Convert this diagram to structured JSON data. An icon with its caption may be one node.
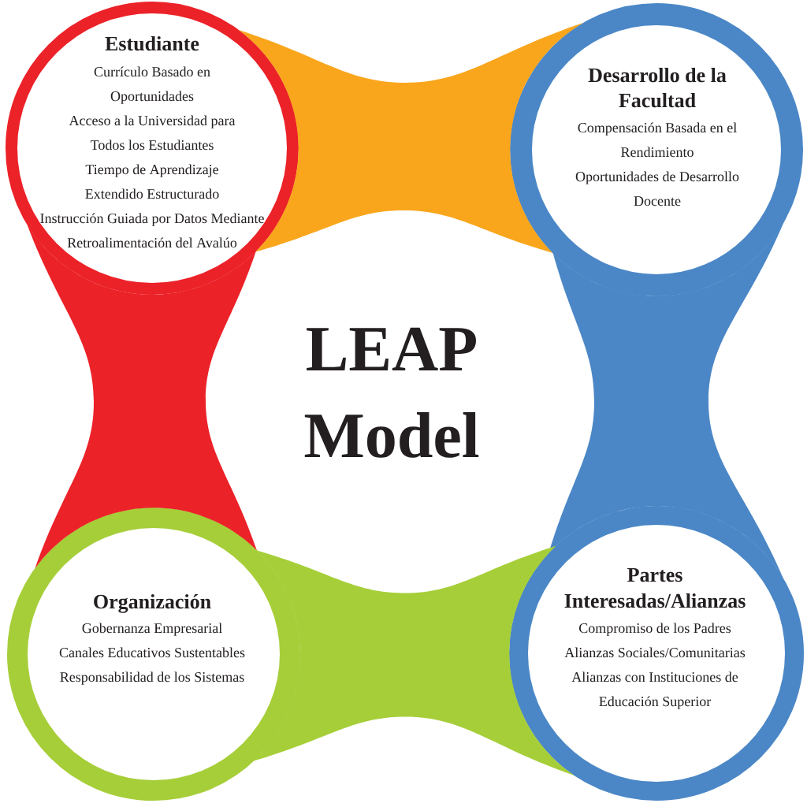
{
  "diagram": {
    "title": "LEAP Model",
    "nodes": [
      {
        "text": [
          "Estudiante",
          "Currículo Basado en Oportunidades",
          "Acceso a la Universidad para Todos los Estudiantes",
          "Tiempo de Aprendizaje Extendido Estructurado",
          "Instrucción Guiada por Datos Mediante Retroalimentación del Avalúo"
        ]
      },
      {
        "text": [
          "Desarrollo de la Facultad",
          "Compensación Basada en el Rendimiento",
          "Oportunidades de Desarrollo Docente"
        ]
      },
      {
        "text": [
          "Organización",
          "Gobernanza Empresarial",
          "Canales Educativos Sustentables",
          "Responsabilidad de los Sistemas"
        ]
      },
      {
        "text": [
          "Partes Interesadas/Alianzas",
          "Compromiso de los Padres",
          "Alianzas Sociales/Comunitarias",
          "Alianzas con Instituciones de Educación Superior"
        ]
      }
    ],
    "edges": [
      {
        "from": 0,
        "to": 1,
        "arrow": "none",
        "color": "#f9a61d"
      },
      {
        "from": 0,
        "to": 2,
        "arrow": "none",
        "color": "#ec2229"
      },
      {
        "from": 1,
        "to": 3,
        "arrow": "none",
        "color": "#4b87c6"
      },
      {
        "from": 2,
        "to": 3,
        "arrow": "none",
        "color": "#a6ce39"
      }
    ]
  }
}
